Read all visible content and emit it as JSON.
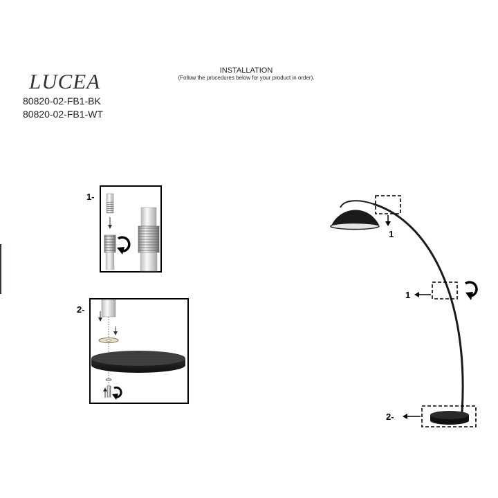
{
  "header": {
    "brand": "LUCEA",
    "codes": [
      "80820-02-FB1-BK",
      "80820-02-FB1-WT"
    ],
    "title": "INSTALLATION",
    "subtitle": "(Follow the procedures below for your product in order)."
  },
  "steps": [
    {
      "label": "1-"
    },
    {
      "label": "2-"
    }
  ],
  "lamp_callouts": {
    "top_label": "1",
    "middle_label": "1",
    "base_label": "2-"
  },
  "colors": {
    "lamp": "#1a1a1a",
    "box_border": "#000000",
    "metal": "#b8b8b8",
    "base_top": "#3d3d3d"
  }
}
